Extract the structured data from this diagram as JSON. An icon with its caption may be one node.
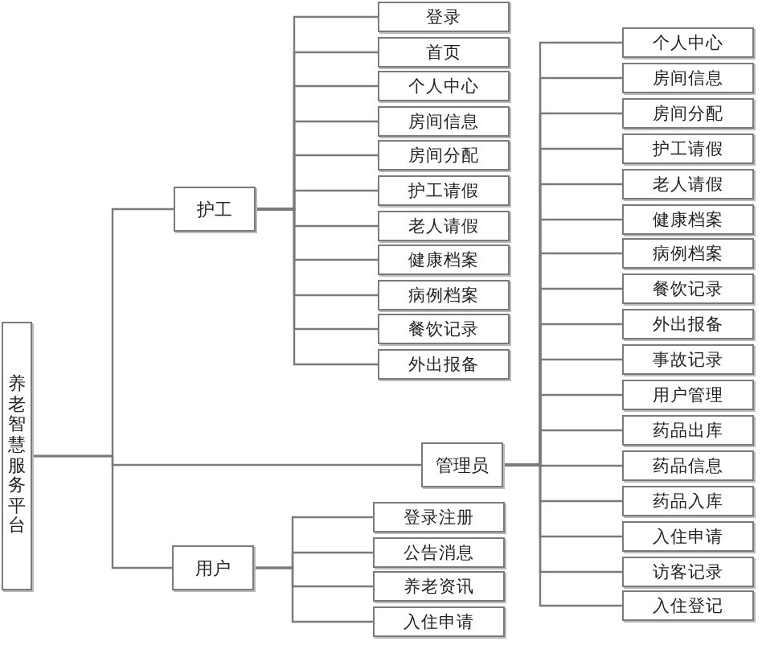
{
  "diagram": {
    "nodes": [
      {
        "text": [
          "养老智慧服务平台"
        ]
      },
      {
        "text": [
          "护工"
        ]
      },
      {
        "text": [
          "管理员"
        ]
      },
      {
        "text": [
          "用户"
        ]
      },
      {
        "text": [
          "登录"
        ]
      },
      {
        "text": [
          "首页"
        ]
      },
      {
        "text": [
          "个人中心"
        ]
      },
      {
        "text": [
          "房间信息"
        ]
      },
      {
        "text": [
          "房间分配"
        ]
      },
      {
        "text": [
          "护工请假"
        ]
      },
      {
        "text": [
          "老人请假"
        ]
      },
      {
        "text": [
          "健康档案"
        ]
      },
      {
        "text": [
          "病例档案"
        ]
      },
      {
        "text": [
          "餐饮记录"
        ]
      },
      {
        "text": [
          "外出报备"
        ]
      },
      {
        "text": [
          "个人中心"
        ]
      },
      {
        "text": [
          "房间信息"
        ]
      },
      {
        "text": [
          "房间分配"
        ]
      },
      {
        "text": [
          "护工请假"
        ]
      },
      {
        "text": [
          "老人请假"
        ]
      },
      {
        "text": [
          "健康档案"
        ]
      },
      {
        "text": [
          "病例档案"
        ]
      },
      {
        "text": [
          "餐饮记录"
        ]
      },
      {
        "text": [
          "外出报备"
        ]
      },
      {
        "text": [
          "事故记录"
        ]
      },
      {
        "text": [
          "用户管理"
        ]
      },
      {
        "text": [
          "药品出库"
        ]
      },
      {
        "text": [
          "药品信息"
        ]
      },
      {
        "text": [
          "药品入库"
        ]
      },
      {
        "text": [
          "入住申请"
        ]
      },
      {
        "text": [
          "访客记录"
        ]
      },
      {
        "text": [
          "入住登记"
        ]
      },
      {
        "text": [
          "登录注册"
        ]
      },
      {
        "text": [
          "公告消息"
        ]
      },
      {
        "text": [
          "养老资讯"
        ]
      },
      {
        "text": [
          "入住申请"
        ]
      }
    ],
    "edges": [
      {
        "from": 0,
        "to": 1,
        "arrow": "none"
      },
      {
        "from": 0,
        "to": 2,
        "arrow": "none"
      },
      {
        "from": 0,
        "to": 3,
        "arrow": "none"
      },
      {
        "from": 1,
        "to": 4,
        "arrow": "none"
      },
      {
        "from": 1,
        "to": 5,
        "arrow": "none"
      },
      {
        "from": 1,
        "to": 6,
        "arrow": "none"
      },
      {
        "from": 1,
        "to": 7,
        "arrow": "none"
      },
      {
        "from": 1,
        "to": 8,
        "arrow": "none"
      },
      {
        "from": 1,
        "to": 9,
        "arrow": "none"
      },
      {
        "from": 1,
        "to": 10,
        "arrow": "none"
      },
      {
        "from": 1,
        "to": 11,
        "arrow": "none"
      },
      {
        "from": 1,
        "to": 12,
        "arrow": "none"
      },
      {
        "from": 1,
        "to": 13,
        "arrow": "none"
      },
      {
        "from": 1,
        "to": 14,
        "arrow": "none"
      },
      {
        "from": 2,
        "to": 15,
        "arrow": "none"
      },
      {
        "from": 2,
        "to": 16,
        "arrow": "none"
      },
      {
        "from": 2,
        "to": 17,
        "arrow": "none"
      },
      {
        "from": 2,
        "to": 18,
        "arrow": "none"
      },
      {
        "from": 2,
        "to": 19,
        "arrow": "none"
      },
      {
        "from": 2,
        "to": 20,
        "arrow": "none"
      },
      {
        "from": 2,
        "to": 21,
        "arrow": "none"
      },
      {
        "from": 2,
        "to": 22,
        "arrow": "none"
      },
      {
        "from": 2,
        "to": 23,
        "arrow": "none"
      },
      {
        "from": 2,
        "to": 24,
        "arrow": "none"
      },
      {
        "from": 2,
        "to": 25,
        "arrow": "none"
      },
      {
        "from": 2,
        "to": 26,
        "arrow": "none"
      },
      {
        "from": 2,
        "to": 27,
        "arrow": "none"
      },
      {
        "from": 2,
        "to": 28,
        "arrow": "none"
      },
      {
        "from": 2,
        "to": 29,
        "arrow": "none"
      },
      {
        "from": 2,
        "to": 30,
        "arrow": "none"
      },
      {
        "from": 2,
        "to": 31,
        "arrow": "none"
      },
      {
        "from": 3,
        "to": 32,
        "arrow": "none"
      },
      {
        "from": 3,
        "to": 33,
        "arrow": "none"
      },
      {
        "from": 3,
        "to": 34,
        "arrow": "none"
      },
      {
        "from": 3,
        "to": 35,
        "arrow": "none"
      }
    ]
  }
}
